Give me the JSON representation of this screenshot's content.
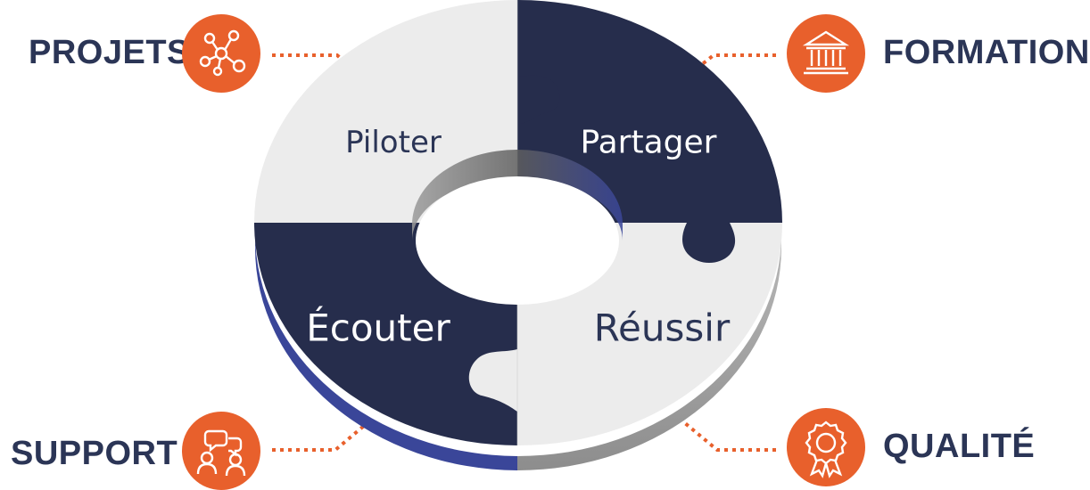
{
  "corners": {
    "top_left": {
      "label": "PROJETS",
      "icon": "network-icon"
    },
    "top_right": {
      "label": "FORMATION",
      "icon": "institution-icon"
    },
    "bottom_left": {
      "label": "SUPPORT",
      "icon": "chat-users-icon"
    },
    "bottom_right": {
      "label": "QUALITÉ",
      "icon": "award-ribbon-icon"
    }
  },
  "pieces": {
    "top_left": "Piloter",
    "top_right": "Partager",
    "bottom_left": "Écouter",
    "bottom_right": "Réussir"
  },
  "colors": {
    "navy": "#262d4c",
    "light_gray": "#ececec",
    "accent_orange": "#e8602c",
    "side_blue": "#3a4699",
    "text_navy": "#2b3556"
  }
}
